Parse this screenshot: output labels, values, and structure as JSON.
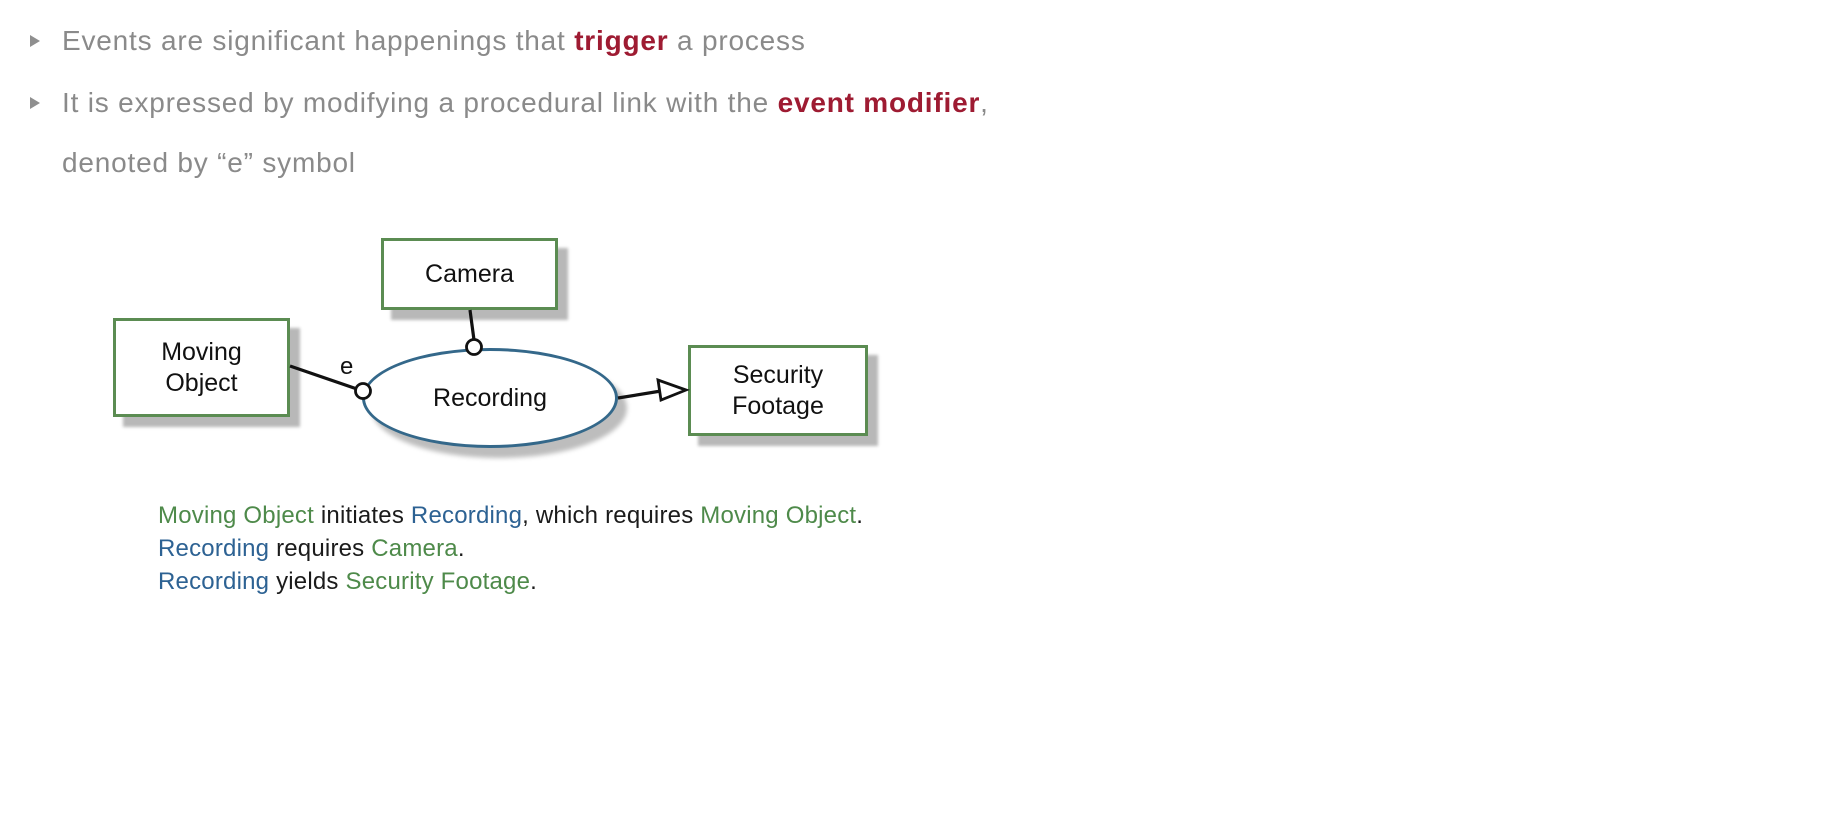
{
  "slide": {
    "background": "#ffffff",
    "text_gray": "#8a8a8a",
    "accent_red": "#9e1b32",
    "bullets": [
      {
        "has_marker": true,
        "segments": [
          {
            "text": "Events are significant happenings that ",
            "style": "gray"
          },
          {
            "text": "trigger",
            "style": "red"
          },
          {
            "text": " a process",
            "style": "gray"
          }
        ]
      },
      {
        "has_marker": true,
        "segments": [
          {
            "text": "It is expressed by modifying a procedural link with the ",
            "style": "gray"
          },
          {
            "text": "event modifier",
            "style": "red"
          },
          {
            "text": ",",
            "style": "gray"
          }
        ]
      },
      {
        "has_marker": false,
        "segments": [
          {
            "text": "denoted by “e” symbol",
            "style": "gray"
          }
        ]
      }
    ]
  },
  "diagram": {
    "object_border_color": "#5b8c52",
    "process_border_color": "#34688a",
    "link_color": "#111111",
    "event_modifier": "e",
    "nodes": {
      "camera": {
        "label": "Camera",
        "kind": "object"
      },
      "moving_object": {
        "label": "Moving\nObject",
        "kind": "object"
      },
      "security_footage": {
        "label": "Security\nFootage",
        "kind": "object"
      },
      "recording": {
        "label": "Recording",
        "kind": "process"
      }
    },
    "links": [
      {
        "type": "instrument",
        "from": "Camera",
        "to": "Recording"
      },
      {
        "type": "instrument",
        "from": "Moving Object",
        "to": "Recording",
        "modifier": "e"
      },
      {
        "type": "result",
        "from": "Recording",
        "to": "Security Footage"
      }
    ]
  },
  "opl": {
    "green": "#4e8a4a",
    "blue": "#2d6293",
    "lines": [
      {
        "segments": [
          {
            "text": "Moving Object",
            "style": "green"
          },
          {
            "text": " initiates ",
            "style": "black"
          },
          {
            "text": "Recording",
            "style": "blue"
          },
          {
            "text": ", which requires ",
            "style": "black"
          },
          {
            "text": "Moving Object",
            "style": "green"
          },
          {
            "text": ".",
            "style": "black"
          }
        ]
      },
      {
        "segments": [
          {
            "text": "Recording",
            "style": "blue"
          },
          {
            "text": " requires ",
            "style": "black"
          },
          {
            "text": "Camera",
            "style": "green"
          },
          {
            "text": ".",
            "style": "black"
          }
        ]
      },
      {
        "segments": [
          {
            "text": "Recording",
            "style": "blue"
          },
          {
            "text": " yields ",
            "style": "black"
          },
          {
            "text": "Security Footage",
            "style": "green"
          },
          {
            "text": ".",
            "style": "black"
          }
        ]
      }
    ]
  }
}
